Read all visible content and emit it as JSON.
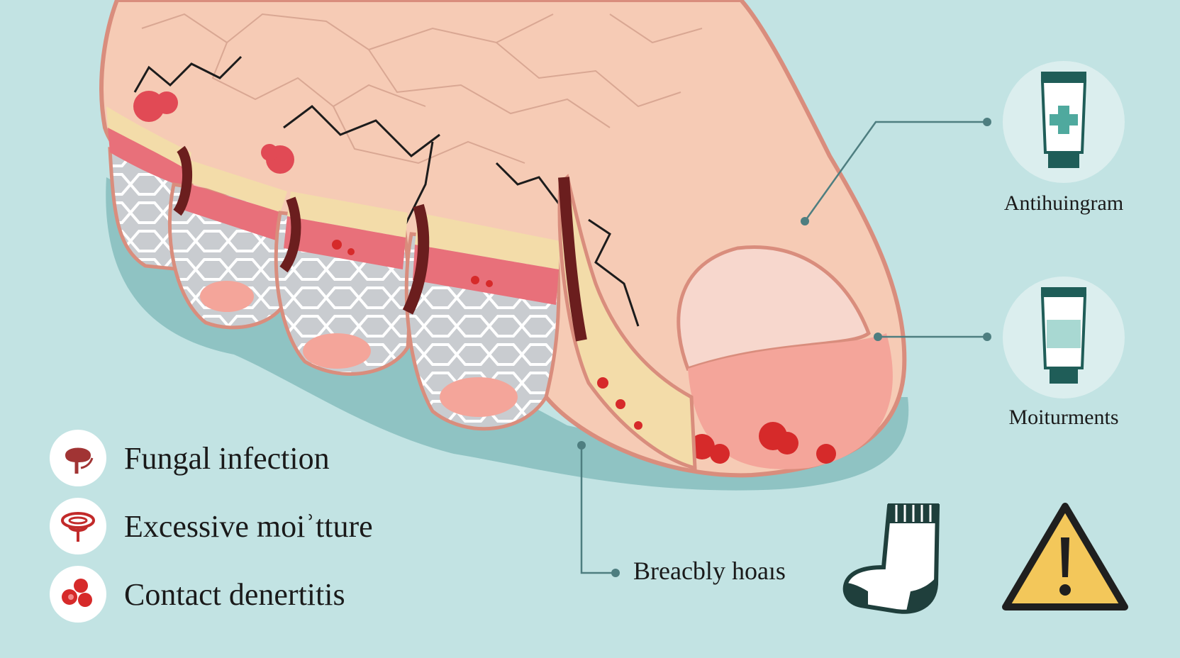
{
  "causes": [
    {
      "label": "Fungal infection",
      "icon": "fungus-icon"
    },
    {
      "label": "Excessive moiʾtture",
      "icon": "moisture-icon"
    },
    {
      "label": "Contact denertitis",
      "icon": "dermatitis-icon"
    }
  ],
  "products": [
    {
      "label": "Antihuingram",
      "icon": "cream-tube-icon"
    },
    {
      "label": "Moiturments",
      "icon": "moisturizer-tube-icon"
    }
  ],
  "callout": {
    "label": "Breacbly hoaıs"
  },
  "icons": {
    "sock": "sock-icon",
    "warning": "warning-icon"
  },
  "colors": {
    "background": "#c2e3e3",
    "skin": "#f6cbb5",
    "skin_outline": "#d98d7d",
    "inflamed": "#e2707a",
    "lesion": "#d62a2a",
    "leader_line": "#4e7e80",
    "warning": "#f3c75a"
  }
}
